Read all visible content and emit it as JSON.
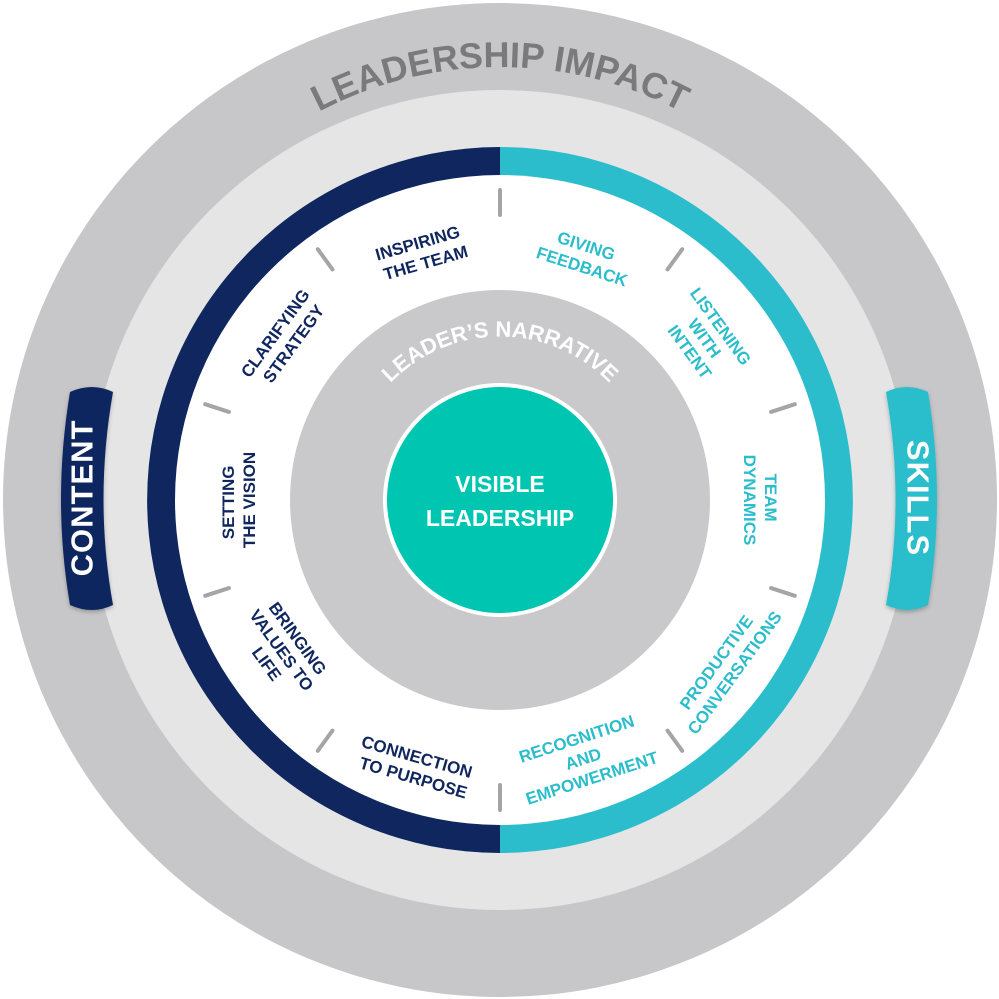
{
  "outer_ring": {
    "title": "LEADERSHIP IMPACT"
  },
  "inner_ring": {
    "title": "LEADER’S NARRATIVE"
  },
  "center": {
    "line1": "VISIBLE",
    "line2": "LEADERSHIP"
  },
  "tabs": {
    "left": "CONTENT",
    "right": "SKILLS"
  },
  "segments": [
    {
      "id": "inspiring-the-team",
      "side": "content",
      "lines": [
        "INSPIRING",
        "THE TEAM"
      ]
    },
    {
      "id": "giving-feedback",
      "side": "skills",
      "lines": [
        "GIVING",
        "FEEDBACK"
      ]
    },
    {
      "id": "listening-with-intent",
      "side": "skills",
      "lines": [
        "LISTENING",
        "WITH",
        "INTENT"
      ]
    },
    {
      "id": "team-dynamics",
      "side": "skills",
      "lines": [
        "TEAM",
        "DYNAMICS"
      ]
    },
    {
      "id": "productive-conversations",
      "side": "skills",
      "lines": [
        "PRODUCTIVE",
        "CONVERSATIONS"
      ]
    },
    {
      "id": "recognition-and-empowerment",
      "side": "skills",
      "lines": [
        "RECOGNITION",
        "AND",
        "EMPOWERMENT"
      ]
    },
    {
      "id": "connection-to-purpose",
      "side": "content",
      "lines": [
        "CONNECTION",
        "TO PURPOSE"
      ]
    },
    {
      "id": "bringing-values-to-life",
      "side": "content",
      "lines": [
        "BRINGING",
        "VALUES TO",
        "LIFE"
      ]
    },
    {
      "id": "setting-the-vision",
      "side": "content",
      "lines": [
        "SETTING",
        "THE VISION"
      ]
    },
    {
      "id": "clarifying-strategy",
      "side": "content",
      "lines": [
        "CLARIFYING",
        "STRATEGY"
      ]
    }
  ],
  "colors": {
    "content": "#10265e",
    "skills": "#2bbdcc",
    "center": "#00c5b0",
    "outer_ring": "#c7c7c9",
    "middle_ring": "#e5e5e6",
    "inner_ring": "#c9c9cb"
  }
}
